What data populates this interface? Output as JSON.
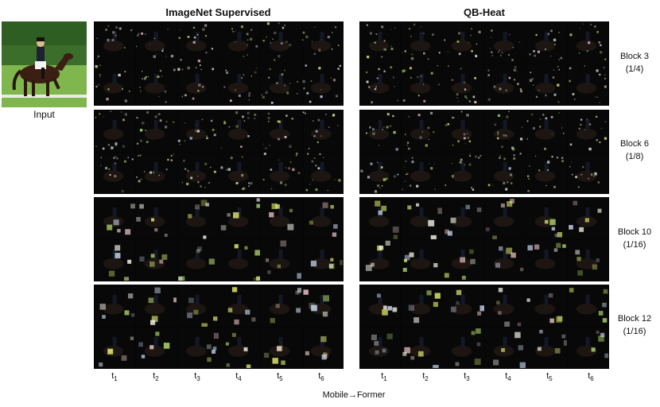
{
  "figure": {
    "input_label": "Input",
    "columns": [
      {
        "title": "ImageNet Supervised"
      },
      {
        "title": "QB-Heat"
      }
    ],
    "rows": [
      {
        "block": "Block 3",
        "scale": "(1/4)"
      },
      {
        "block": "Block 6",
        "scale": "(1/8)"
      },
      {
        "block": "Block 10",
        "scale": "(1/16)"
      },
      {
        "block": "Block 12",
        "scale": "(1/16)"
      }
    ],
    "token_labels": [
      "t",
      "t",
      "t",
      "t",
      "t",
      "t"
    ],
    "token_subscripts": [
      "1",
      "2",
      "3",
      "4",
      "5",
      "6"
    ],
    "caption": "Mobile→Former"
  },
  "colors": {
    "background": "#ffffff",
    "panel_background": "#050505",
    "grass_green": "#5a9a3a",
    "horse_brown": "#4a2a1a",
    "highlight_yellow": "#e8f070"
  }
}
